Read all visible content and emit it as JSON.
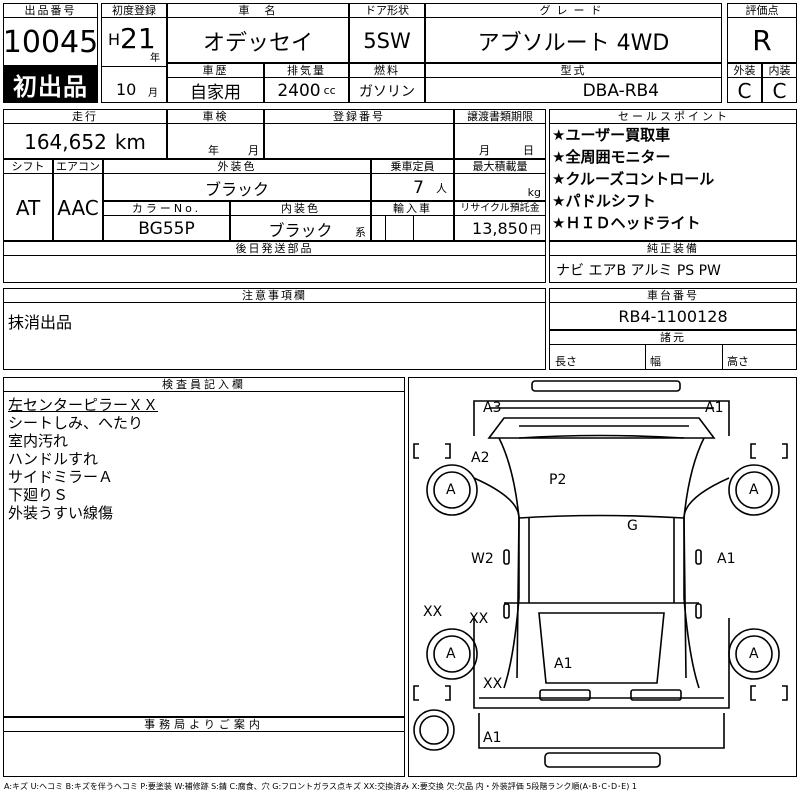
{
  "headers": {
    "lot_number": "出品番号",
    "first_reg": "初度登録",
    "car_name": "車　名",
    "door_type": "ドア形状",
    "grade": "グレード",
    "score": "評価点",
    "history": "車歴",
    "displacement": "排気量",
    "fuel": "燃料",
    "model_code": "型式",
    "exterior_score": "外装",
    "interior_score": "内装",
    "mileage": "走行",
    "inspection": "車検",
    "reg_number": "登録番号",
    "transfer_deadline": "譲渡書類期限",
    "sales_points": "セールスポイント",
    "shift": "シフト",
    "aircon": "エアコン",
    "exterior_color": "外装色",
    "capacity": "乗車定員",
    "max_load": "最大積載量",
    "color_no": "カラーNo.",
    "interior_color": "内装色",
    "import": "輸入車",
    "recycle": "リサイクル預託金",
    "later_parts": "後日発送部品",
    "genuine_equipment": "純正装備",
    "notes": "注意事項欄",
    "chassis_number": "車台番号",
    "dimensions": "諸元",
    "inspector_notes": "検査員記入欄",
    "office_notice": "事務局よりご案内"
  },
  "lot_number": "10045",
  "first_listing_badge": "初出品",
  "first_reg": {
    "era": "H",
    "year": "21",
    "year_unit": "年",
    "month": "10",
    "month_unit": "月"
  },
  "car_name": "オデッセイ",
  "door_type": "5SW",
  "grade": "アブソルート 4WD",
  "score": "R",
  "history": "自家用",
  "displacement": {
    "value": "2400",
    "unit": "cc"
  },
  "fuel": "ガソリン",
  "model_code": "DBA-RB4",
  "exterior_score": "C",
  "interior_score": "C",
  "mileage": {
    "value": "164,652",
    "unit": "km"
  },
  "inspection": {
    "year_unit": "年",
    "month_unit": "月"
  },
  "transfer_deadline": {
    "month_unit": "月",
    "day_unit": "日"
  },
  "sales_points": [
    "★ユーザー買取車",
    "★全周囲モニター",
    "★クルーズコントロール",
    "★パドルシフト",
    "★ＨＩＤヘッドライト"
  ],
  "shift": "AT",
  "aircon": "AAC",
  "exterior_color": "ブラック",
  "capacity": {
    "value": "7",
    "unit": "人"
  },
  "max_load": {
    "unit": "kg"
  },
  "color_no": "BG55P",
  "interior_color": {
    "value": "ブラック",
    "suffix": "系"
  },
  "recycle": {
    "value": "13,850",
    "unit": "円"
  },
  "genuine_equipment": "ナビ エアB アルミ PS PW",
  "notes": "抹消出品",
  "chassis_number": "RB4-1100128",
  "dimensions": {
    "length": "長さ",
    "width": "幅",
    "height": "高さ"
  },
  "inspector_notes": [
    "左センターピラーＸＸ",
    "シートしみ、へたり",
    "室内汚れ",
    "ハンドルすれ",
    "サイドミラーＡ",
    "下廻りＳ",
    "外装うすい線傷"
  ],
  "diagram_marks": {
    "front_right": "A1",
    "front_left": "A3",
    "hood_left": "A2",
    "windshield": "P2",
    "roof": "G",
    "wheel_fl": "A",
    "wheel_fr": "A",
    "wheel_rl": "A",
    "wheel_rr": "A",
    "door_left_front": "W2",
    "door_right_front": "A1",
    "pillar_left": "XX",
    "door_left_rear": "XX",
    "rear_glass": "A1",
    "rear_left": "XX",
    "rear_bumper": "A1"
  },
  "legend": "A:キズ U:ヘコミ B:キズを伴うヘコミ P:要塗装 W:補修跡 S:錆 C:腐食、穴 G:フロントガラス点キズ XX:交換済み X:要交換 欠:欠品 内・外装評価 5段階ランク順(A･B･C･D･E) 1"
}
